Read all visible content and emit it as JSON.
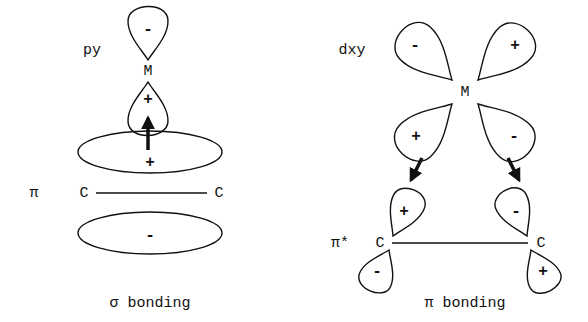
{
  "diagram": {
    "labels": [
      "py",
      "-",
      "M",
      "+",
      "+",
      "π",
      "C",
      "C",
      "-",
      "σ bonding",
      "dxy",
      "-",
      "+",
      "M",
      "+",
      "-",
      "+",
      "-",
      "π*",
      "C",
      "C",
      "-",
      "+",
      "π bonding"
    ]
  }
}
